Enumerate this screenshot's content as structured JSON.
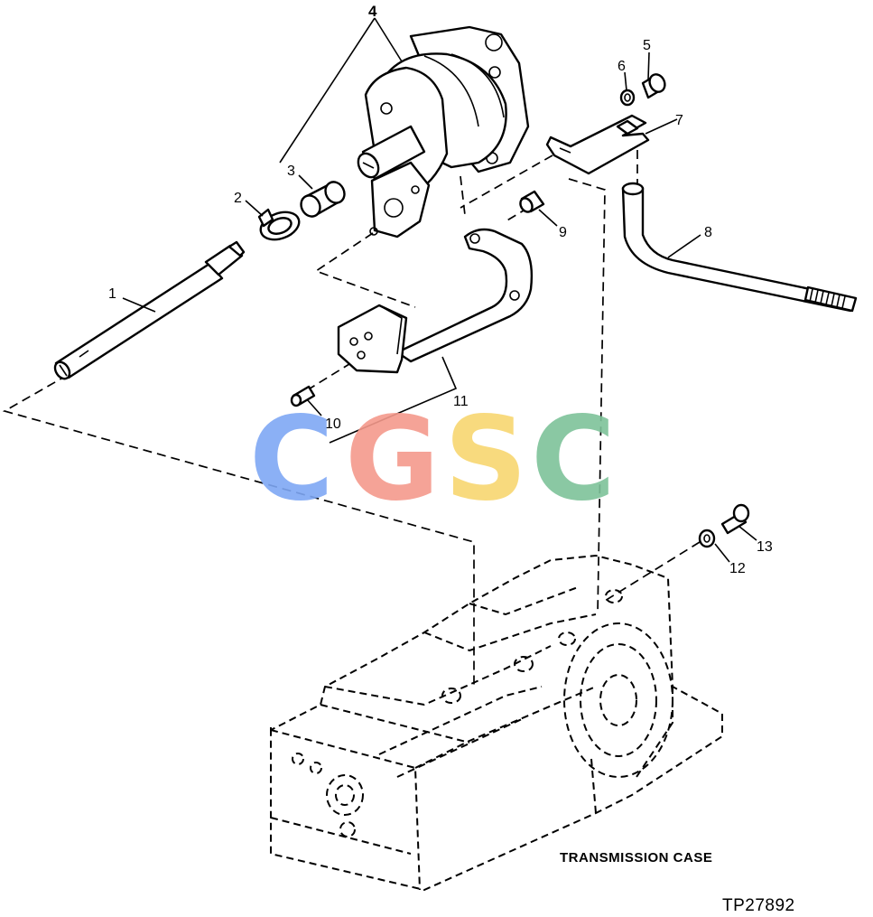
{
  "callouts": {
    "c1": "1",
    "c2": "2",
    "c3": "3",
    "c4": "4",
    "c5": "5",
    "c6": "6",
    "c7": "7",
    "c8": "8",
    "c9": "9",
    "c10": "10",
    "c11": "11",
    "c12": "12",
    "c13": "13"
  },
  "caption": "TRANSMISSION CASE",
  "figure_id": "TP27892",
  "watermark": {
    "letters": [
      "C",
      "G",
      "S",
      "C"
    ],
    "colors": [
      "#7fa8f5",
      "#f59a8c",
      "#f8d771",
      "#7ec39a"
    ]
  }
}
